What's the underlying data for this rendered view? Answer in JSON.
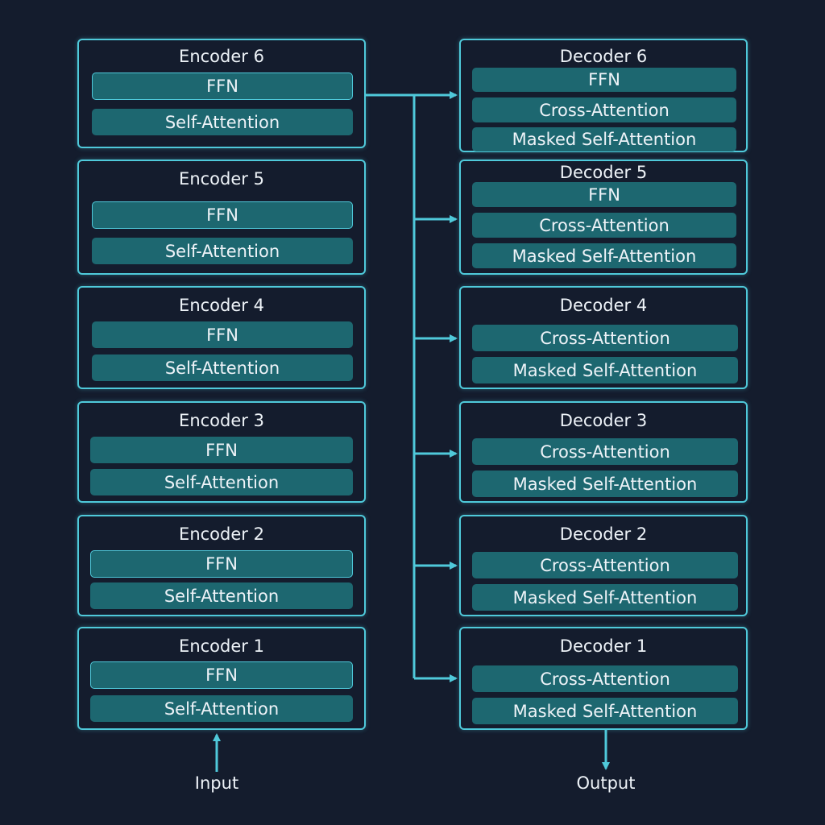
{
  "encoders": [
    {
      "title": "Encoder 6",
      "layers": [
        "FFN",
        "Self-Attention"
      ]
    },
    {
      "title": "Encoder 5",
      "layers": [
        "FFN",
        "Self-Attention"
      ]
    },
    {
      "title": "Encoder 4",
      "layers": [
        "FFN",
        "Self-Attention"
      ]
    },
    {
      "title": "Encoder 3",
      "layers": [
        "FFN",
        "Self-Attention"
      ]
    },
    {
      "title": "Encoder 2",
      "layers": [
        "FFN",
        "Self-Attention"
      ]
    },
    {
      "title": "Encoder 1",
      "layers": [
        "FFN",
        "Self-Attention"
      ]
    }
  ],
  "decoders": [
    {
      "title": "Decoder 6",
      "layers": [
        "FFN",
        "Cross-Attention",
        "Masked Self-Attention"
      ]
    },
    {
      "title": "Decoder 5",
      "layers": [
        "FFN",
        "Cross-Attention",
        "Masked Self-Attention"
      ]
    },
    {
      "title": "Decoder 4",
      "layers": [
        "Cross-Attention",
        "Masked Self-Attention"
      ]
    },
    {
      "title": "Decoder 3",
      "layers": [
        "Cross-Attention",
        "Masked Self-Attention"
      ]
    },
    {
      "title": "Decoder 2",
      "layers": [
        "Cross-Attention",
        "Masked Self-Attention"
      ]
    },
    {
      "title": "Decoder 1",
      "layers": [
        "Cross-Attention",
        "Masked Self-Attention"
      ]
    }
  ],
  "input_label": "Input",
  "output_label": "Output",
  "colors": {
    "background": "#141c2d",
    "border": "#4fc9da",
    "layer_fill": "#1d6770",
    "text": "#eef3f8"
  }
}
